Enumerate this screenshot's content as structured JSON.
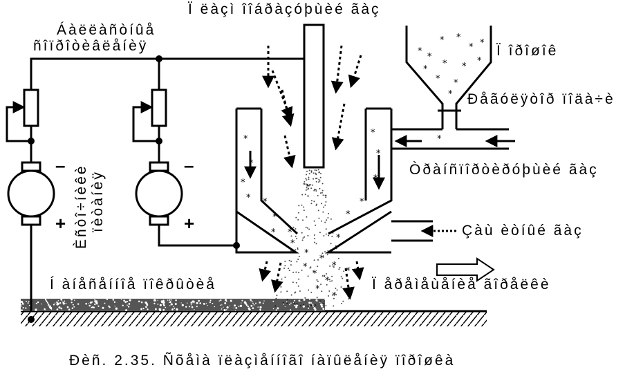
{
  "labels": {
    "plasma_gas": "Ï ëàçì îîáðàçóþùèé ãàç",
    "ballast_line1": "Áàëëàñòíûå",
    "ballast_line2": "ñîïðîòèâëåíèÿ",
    "powder": "Ï îðîøîê",
    "feeder": "Ðåãóëÿòîð ïîäà÷è",
    "transport_gas": "Òðàíñïîðòèðóþùèé ãàç",
    "protective_gas": "Çàù èòíûé ãàç",
    "power_sources_line1": "Èñòî÷íèêè",
    "power_sources_line2": "ïèòàíèÿ",
    "coating": "Í àíåñåííîå ïîêðûòèå",
    "torch_movement": "Ï åðåìåùåíèå ãîðåëêè",
    "minus_1": "–",
    "plus_1": "+",
    "minus_2": "–",
    "plus_2": "+",
    "caption": "Ðèñ. 2.35. Ñõåìà ïëàçìåííîãî íàïûëåíèÿ ïîðîøêà"
  },
  "icons": {
    "powder_particle": "asterisk-particle-icon",
    "arrow": "dashed-arrow-icon",
    "resistor": "variable-resistor-icon",
    "motor": "generator-icon",
    "movement": "hollow-arrow-icon"
  },
  "colors": {
    "ink": "#000000",
    "background": "#ffffff",
    "coating": "#333333"
  }
}
